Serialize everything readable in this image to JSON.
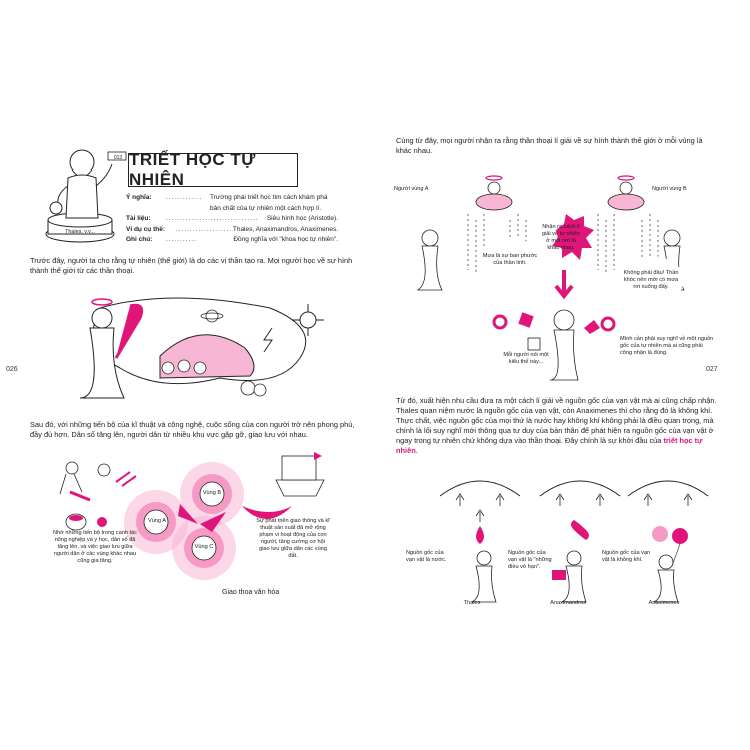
{
  "left_page": {
    "page_number": "026",
    "title": "TRIẾT HỌC TỰ NHIÊN",
    "figure_label": "Thales, v.v...",
    "figure_tag": "013",
    "info": [
      {
        "key": "Ý nghĩa:",
        "value": "Trường phái triết học tìm cách khám phá bản chất của tự nhiên một cách hợp lí."
      },
      {
        "key": "Tài liệu:",
        "value": "Siêu hình học (Aristotle)."
      },
      {
        "key": "Ví dụ cụ thể:",
        "value": "Thales, Anaximandros, Anaximenes."
      },
      {
        "key": "Ghi chú:",
        "value": "Đồng nghĩa với \"khoa học tự nhiên\"."
      }
    ],
    "intro_text": "Trước đây, người ta cho rằng tự nhiên (thế giới) là do các vị thần tạo ra. Mọi người học về sự hình thành thế giới từ các thần thoại.",
    "middle_text": "Sau đó, với những tiến bộ của kĩ thuật và công nghệ, cuộc sống của con người trở nên phong phú, đầy đủ hơn. Dân số tăng lên, người dân từ nhiều khu vực gặp gỡ, giao lưu với nhau.",
    "caption_farming": "Nhờ những tiến bộ trong canh tác nông nghiệp và y học, dân số đã tăng lên, và việc giao lưu giữa người dân ở các vùng khác nhau cũng gia tăng.",
    "caption_ships": "Sự phát triển giao thông và kĩ thuật sản xuất đã mở rộng phạm vi hoạt động của con người, tăng cường cơ hội giao lưu giữa dân các vùng đất.",
    "region_a": "Vùng A",
    "region_b": "Vùng B",
    "region_c": "Vùng C",
    "culture_label": "Giao thoa văn hóa"
  },
  "right_page": {
    "page_number": "027",
    "intro_text": "Cùng từ đây, mọi người nhận ra rằng thần thoại lí giải về sự hình thành thế giới ở mỗi vùng là khác nhau.",
    "person_a": "Người vùng A",
    "person_b": "Người vùng B",
    "rain_a": "Mưa là sự ban phước của thần linh.",
    "rain_b": "Không phải đâu! Thần khóc nên mới có mưa rơi xuống đấy.",
    "realize": "Nhận ra cách lí giải về tự nhiên ở mỗi nơi là khác nhau.",
    "think_self": "Mình cần phải suy nghĩ về một nguồn gốc của tự nhiên mà ai cũng phải công nhận là đúng.",
    "each_person": "Mỗi người nói một kiểu thế này...",
    "middle_text": "Từ đó, xuất hiện nhu cầu đưa ra một cách lí giải về nguồn gốc của vạn vật mà ai cũng chấp nhận. Thales quan niệm nước là nguồn gốc của vạn vật, còn Anaximenes thì cho rằng đó là không khí. Thực chất, việc nguồn gốc của mọi thứ là nước hay không khí không phải là điều quan trọng, mà chính là lối suy nghĩ mới thông qua tư duy của bản thân để phát hiện ra nguồn gốc của vạn vật ở ngay trong tự nhiên chứ không dựa vào thần thoại. Đây chính là sự khởi đầu của",
    "highlight": "triết học tự nhiên",
    "end_mark": ".",
    "philosophers": [
      {
        "name": "Thales",
        "quote": "Nguồn gốc của vạn vật là nước."
      },
      {
        "name": "Anaximandros",
        "quote": "Nguồn gốc của vạn vật là \"những điều vô hạn\"."
      },
      {
        "name": "Anaximenes",
        "quote": "Nguồn gốc của vạn vật là không khí."
      }
    ]
  },
  "colors": {
    "accent": "#e0157a",
    "accent_light": "#f7b6d4",
    "ink": "#222222"
  }
}
